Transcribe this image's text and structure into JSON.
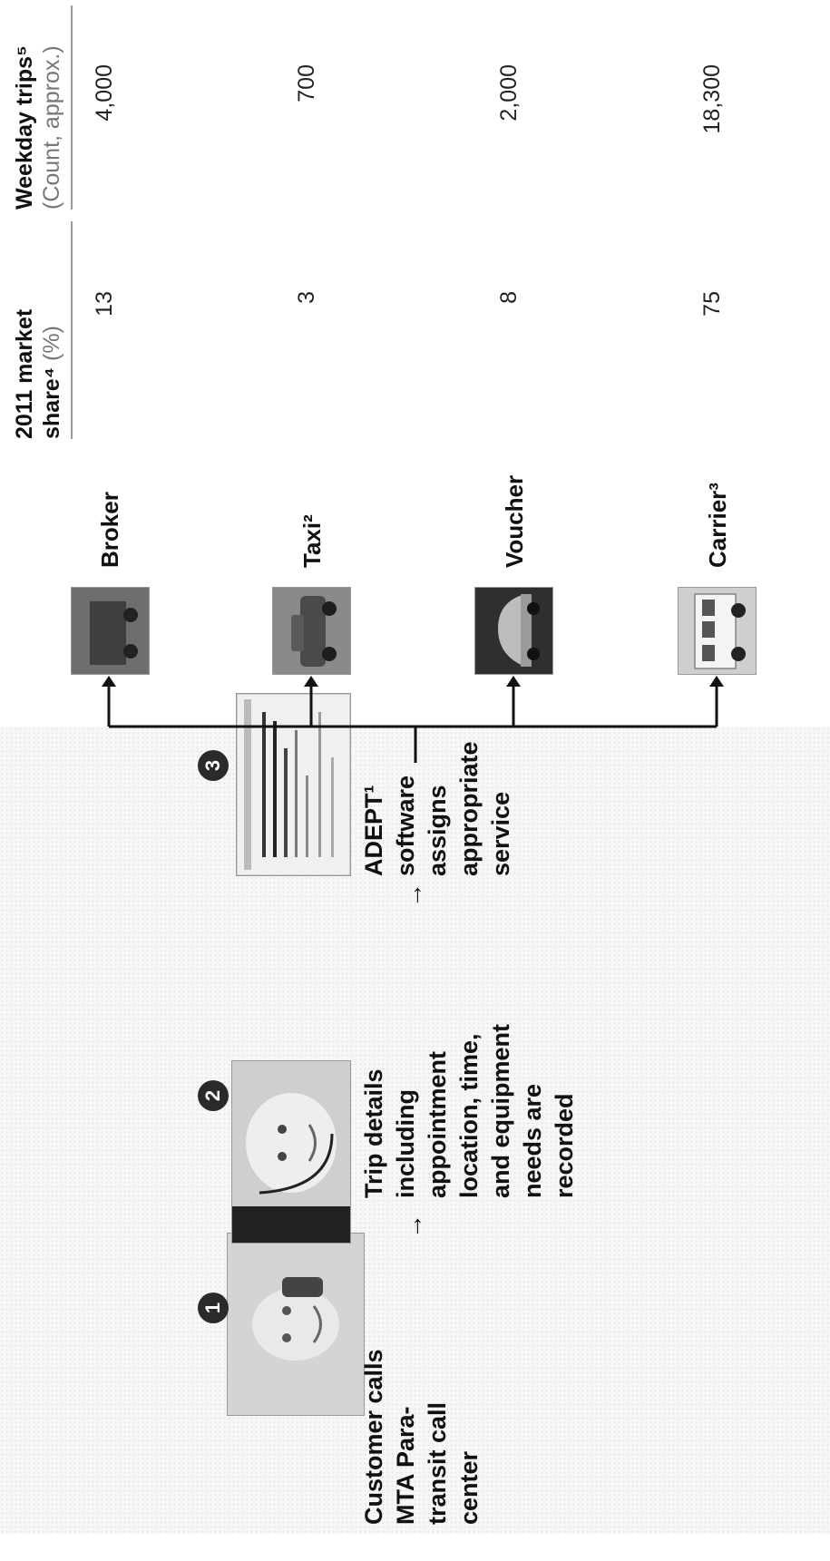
{
  "steps": [
    {
      "number": "1",
      "lines": [
        "Customer calls",
        "MTA Para-",
        "transit call",
        "center"
      ]
    },
    {
      "number": "2",
      "lines": [
        "Trip details",
        "including",
        "appointment",
        "location, time,",
        "and equipment",
        "needs are",
        "recorded"
      ]
    },
    {
      "number": "3",
      "lines": [
        "ADEPT¹",
        "software",
        "assigns",
        "appropriate",
        "service"
      ]
    }
  ],
  "columns": {
    "market_share": {
      "title_line1": "2011 market",
      "title_line2": "share⁴",
      "unit": "(%)"
    },
    "weekday_trips": {
      "title_line1": "Weekday trips⁵",
      "unit": "(Count, approx.)"
    }
  },
  "services": [
    {
      "name": "Broker",
      "market_share": "13",
      "weekday_trips": "4,000"
    },
    {
      "name": "Taxi²",
      "market_share": "3",
      "weekday_trips": "700"
    },
    {
      "name": "Voucher",
      "market_share": "8",
      "weekday_trips": "2,000"
    },
    {
      "name": "Carrier³",
      "market_share": "75",
      "weekday_trips": "18,300"
    }
  ],
  "icons": {
    "step1_photo": "customer-on-phone-photo",
    "step2_photo": "call-center-agent-photo",
    "step3_photo": "software-screen-photo",
    "broker_photo": "broker-vehicle-photo",
    "taxi_photo": "taxi-photo",
    "voucher_photo": "car-photo",
    "carrier_photo": "paratransit-van-photo"
  }
}
